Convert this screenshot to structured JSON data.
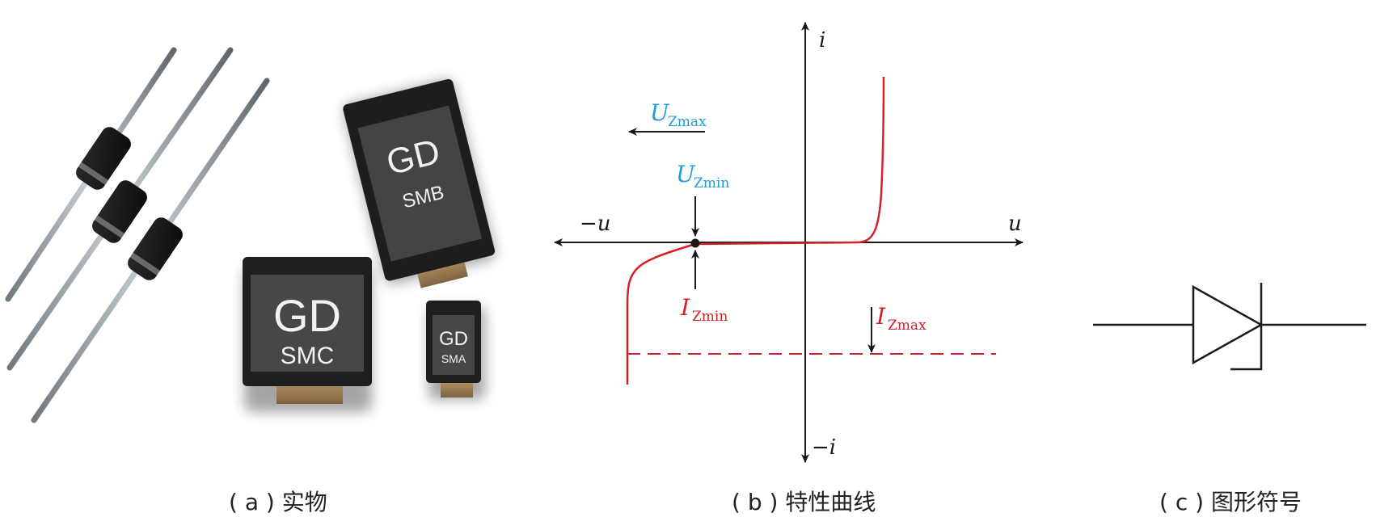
{
  "captions": {
    "a": "( a ) 实物",
    "b": "( b ) 特性曲线",
    "c": "( c ) 图形符号"
  },
  "photos": {
    "smb": {
      "brand": "GD",
      "pkg": "SMB"
    },
    "smc": {
      "brand": "GD",
      "pkg": "SMC"
    },
    "sma": {
      "brand": "GD",
      "pkg": "SMA"
    }
  },
  "curve": {
    "axis_u": "u",
    "axis_neg_u": "−u",
    "axis_i": "i",
    "axis_neg_i": "−i",
    "uzmax": {
      "main": "U",
      "sub": "Zmax"
    },
    "uzmin": {
      "main": "U",
      "sub": "Zmin"
    },
    "izmin": {
      "main": "I",
      "sub": "Zmin"
    },
    "izmax": {
      "main": "I",
      "sub": "Zmax"
    }
  },
  "colors": {
    "curve_red": "#d4202a",
    "label_blue": "#1a9fd8",
    "axis_black": "#1a1a1a",
    "package_dark": "#3b3b3b",
    "lead_tin": "#a08057"
  }
}
